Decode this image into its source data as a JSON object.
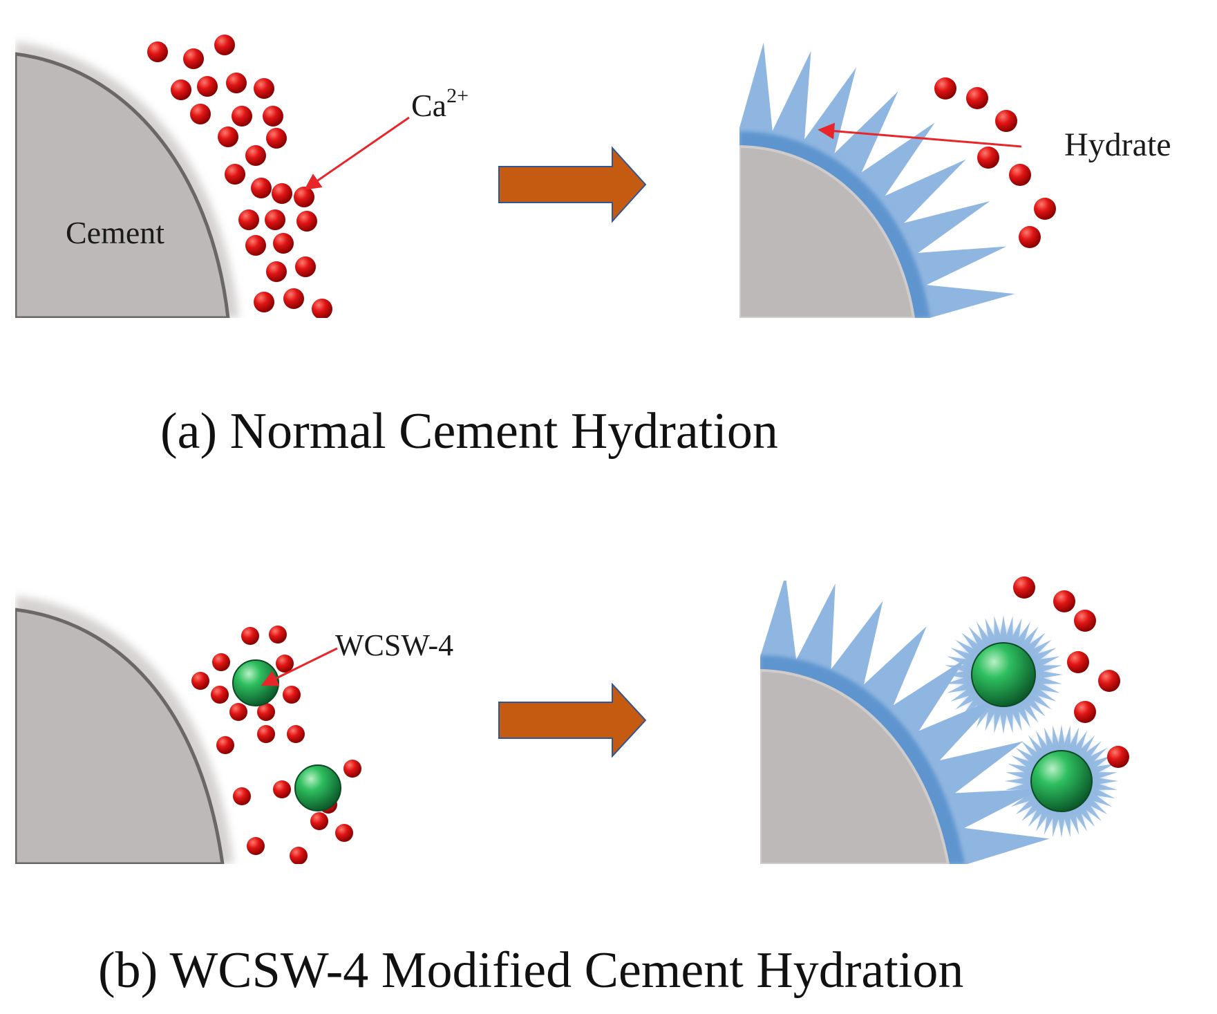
{
  "panel_a": {
    "caption": "(a) Normal Cement Hydration",
    "label_cement": "Cement",
    "label_ion_base": "Ca",
    "label_ion_charge": "2+",
    "label_hydrate": "Hydrate"
  },
  "panel_b": {
    "caption": "(b) WCSW-4 Modified Cement Hydration",
    "label_additive": "WCSW-4"
  },
  "colors": {
    "cement": "#bdb9b8",
    "hydrate": "#8fb6e0",
    "ion": "#d20f12",
    "additive": "#1f9e4d",
    "process_arrow": "#c55a11",
    "pointer": "#e8262a"
  }
}
